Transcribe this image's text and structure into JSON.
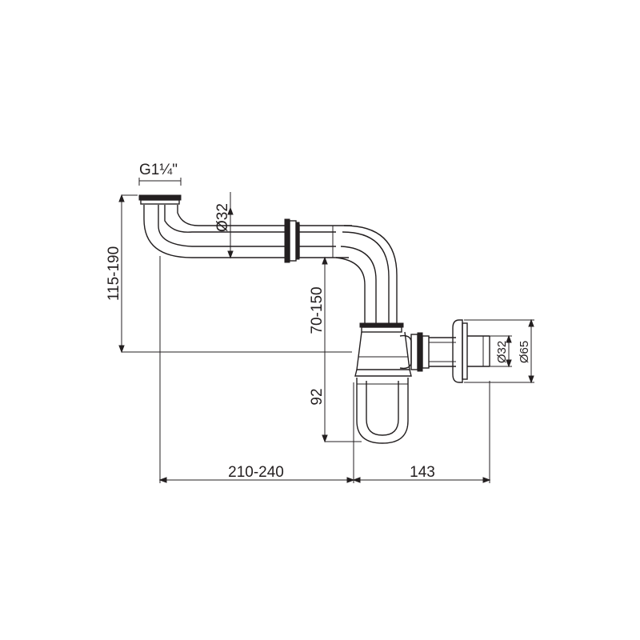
{
  "drawing": {
    "dimensions": {
      "thread": "G1¼\"",
      "pipe_diameter_top": "Ø32",
      "height_range": "115-190",
      "mid_height_range": "70-150",
      "trap_depth": "92",
      "horizontal_range": "210-240",
      "outlet_length": "143",
      "outlet_diameter": "Ø32",
      "flange_diameter": "Ø65"
    },
    "colors": {
      "line": "#231f20",
      "background": "#ffffff"
    }
  }
}
